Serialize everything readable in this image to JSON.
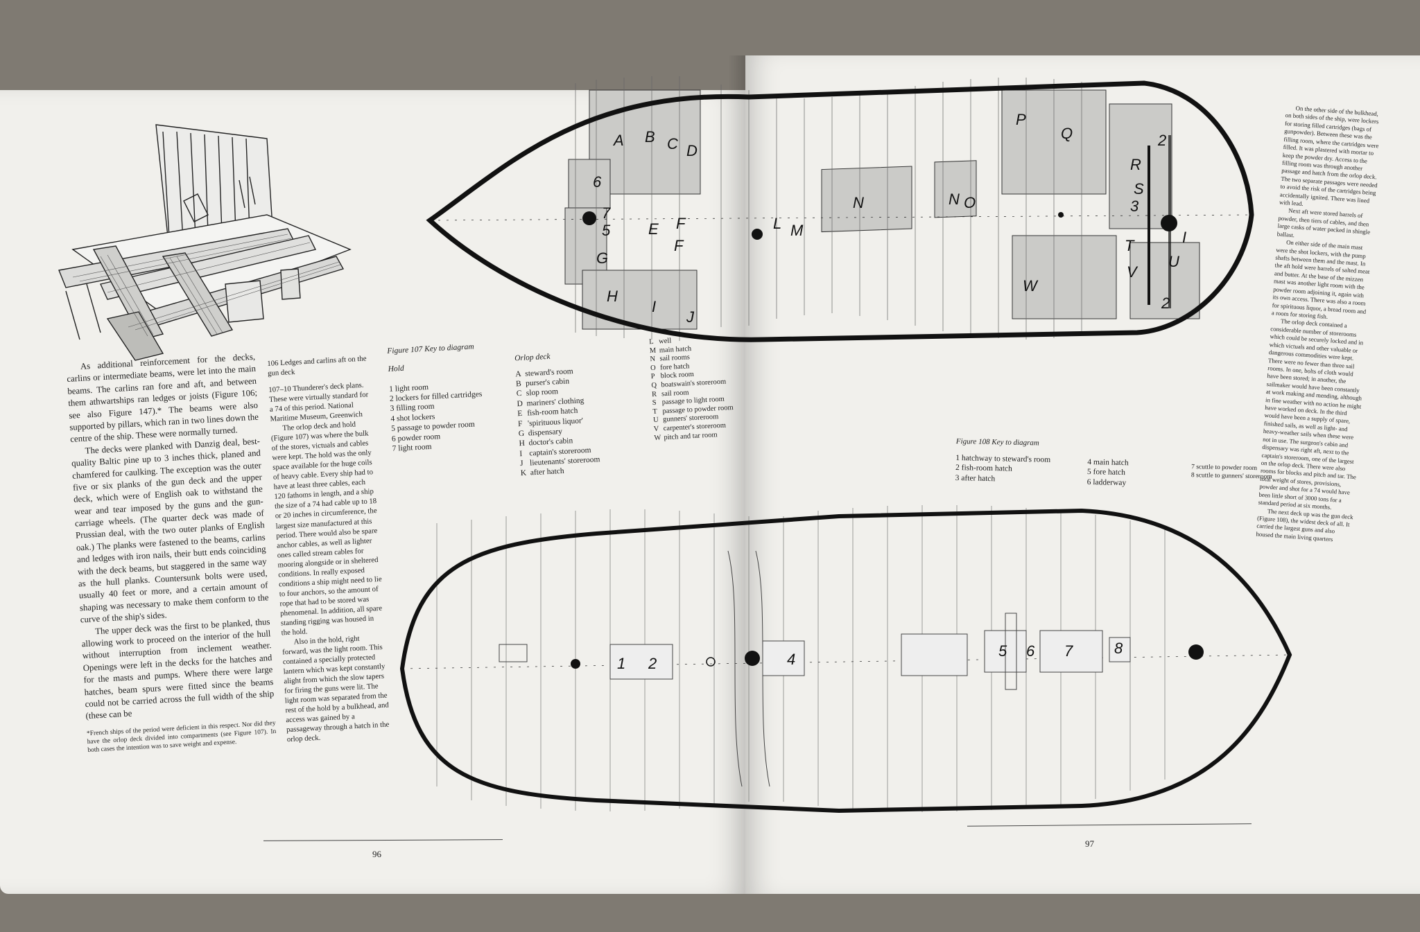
{
  "left_page": {
    "page_number": "96",
    "body_col1": [
      "As additional reinforcement for the decks, carlins or intermediate beams, were let into the main beams. The carlins ran fore and aft, and between them athwartships ran ledges or joists (Figure 106; see also Figure 147).* The beams were also supported by pillars, which ran in two lines down the centre of the ship. These were normally turned.",
      "The decks were planked with Danzig deal, best-quality Baltic pine up to 3 inches thick, planed and chamfered for caulking. The exception was the outer five or six planks of the gun deck and the upper deck, which were of English oak to withstand the wear and tear imposed by the guns and the gun-carriage wheels. (The quarter deck was made of Prussian deal, with the two outer planks of English oak.) The planks were fastened to the beams, carlins and ledges with iron nails, their butt ends coinciding with the deck beams, but staggered in the same way as the hull planks. Countersunk bolts were used, usually 40 feet or more, and a certain amount of shaping was necessary to make them conform to the curve of the ship's sides.",
      "The upper deck was the first to be planked, thus allowing work to proceed on the interior of the hull without interruption from inclement weather. Openings were left in the decks for the hatches and for the masts and pumps. Where there were large hatches, beam spurs were fitted since the beams could not be carried across the full width of the ship (these can be"
    ],
    "footnote": "*French ships of the period were deficient in this respect. Nor did they have the orlop deck divided into compartments (see Figure 107). In both cases the intention was to save weight and expense.",
    "caption_106": "106 Ledges and carlins aft on the gun deck",
    "caption_107_10": "107–10 Thunderer's deck plans. These were virtually standard for a 74 of this period. National Maritime Museum, Greenwich",
    "body_col2": "The orlop deck and hold (Figure 107) was where the bulk of the stores, victuals and cables were kept. The hold was the only space available for the huge coils of heavy cable. Every ship had to have at least three cables, each 120 fathoms in length, and a ship the size of a 74 had cable up to 18 or 20 inches in circumference, the largest size manufactured at this period. There would also be spare anchor cables, as well as lighter ones called stream cables for mooring alongside or in sheltered conditions. In really exposed conditions a ship might need to lie to four anchors, so the amount of rope that had to be stored was phenomenal. In addition, all spare standing rigging was housed in the hold.",
    "body_col2b": "Also in the hold, right forward, was the light room. This contained a specially protected lantern which was kept constantly alight from which the slow tapers for firing the guns were lit. The light room was separated from the rest of the hold by a bulkhead, and access was gained by a passageway through a hatch in the orlop deck."
  },
  "figure_107": {
    "title": "Figure 107 Key to diagram",
    "hold_head": "Hold",
    "hold": [
      "1 light room",
      "2 lockers for filled cartridges",
      "3 filling room",
      "4 shot lockers",
      "5 passage to powder room",
      "6 powder room",
      "7 light room"
    ],
    "orlop_head": "Orlop deck",
    "orlop": [
      {
        "k": "A",
        "v": "steward's room"
      },
      {
        "k": "B",
        "v": "purser's cabin"
      },
      {
        "k": "C",
        "v": "slop room"
      },
      {
        "k": "D",
        "v": "mariners' clothing"
      },
      {
        "k": "E",
        "v": "fish-room hatch"
      },
      {
        "k": "F",
        "v": "'spirituous liquor'"
      },
      {
        "k": "G",
        "v": "dispensary"
      },
      {
        "k": "H",
        "v": "doctor's cabin"
      },
      {
        "k": "I",
        "v": "captain's storeroom"
      },
      {
        "k": "J",
        "v": "lieutenants' storeroom"
      },
      {
        "k": "K",
        "v": "after hatch"
      }
    ],
    "orlop2": [
      {
        "k": "L",
        "v": "well"
      },
      {
        "k": "M",
        "v": "main hatch"
      },
      {
        "k": "N",
        "v": "sail rooms"
      },
      {
        "k": "O",
        "v": "fore hatch"
      },
      {
        "k": "P",
        "v": "block room"
      },
      {
        "k": "Q",
        "v": "boatswain's storeroom"
      },
      {
        "k": "R",
        "v": "sail room"
      },
      {
        "k": "S",
        "v": "passage to light room"
      },
      {
        "k": "T",
        "v": "passage to powder room"
      },
      {
        "k": "U",
        "v": "gunners' storeroom"
      },
      {
        "k": "V",
        "v": "carpenter's storeroom"
      },
      {
        "k": "W",
        "v": "pitch and tar room"
      }
    ]
  },
  "figure_108": {
    "title": "Figure 108 Key to diagram",
    "col1": [
      "1 hatchway to steward's room",
      "2 fish-room hatch",
      "3 after hatch"
    ],
    "col2": [
      "4 main hatch",
      "5 fore hatch",
      "6 ladderway"
    ],
    "col3": [
      "7 scuttle to powder room",
      "8 scuttle to gunners' storeroom"
    ]
  },
  "right_page": {
    "page_number": "97",
    "side_col": "On the other side of the bulkhead, on both sides of the ship, were lockers for storing filled cartridges (bags of gunpowder). Between these was the filling room, where the cartridges were filled. It was plastered with mortar to keep the powder dry. Access to the filling room was through another passage and hatch from the orlop deck. The two separate passages were needed to avoid the risk of the cartridges being accidentally ignited. There was lined with lead.",
    "side_col2": "Next aft were stored barrels of powder, then tiers of cables, and then large casks of water packed in shingle ballast.",
    "side_col3": "On either side of the main mast were the shot lockers, with the pump shafts between them and the mast. In the aft hold were barrels of salted meat and butter. At the base of the mizzen mast was another light room with the powder room adjoining it, again with its own access. There was also a room for spirituous liquor, a bread room and a room for storing fish.",
    "side_col4": "The orlop deck contained a considerable number of storerooms which could be securely locked and in which victuals and other valuable or dangerous commodities were kept. There were no fewer than three sail rooms. In one, bolts of cloth would have been stored; in another, the sailmaker would have been constantly at work making and mending, although in fine weather with no action he might have worked on deck. In the third would have been a supply of spare, finished sails, as well as light- and heavy-weather sails when these were not in use. The surgeon's cabin and dispensary was right aft, next to the captain's storeroom, one of the largest on the orlop deck. There were also rooms for blocks and pitch and tar. The total weight of stores, provisions, powder and shot for a 74 would have been little short of 3000 tons for a standard period at six months.",
    "side_col5": "The next deck up was the gun deck (Figure 108), the widest deck of all. It carried the largest guns and also housed the main living quarters"
  },
  "diagram_labels": {
    "fig107": [
      "A",
      "B",
      "C",
      "D",
      "6",
      "7",
      "5",
      "G",
      "E",
      "F",
      "F",
      "H",
      "I",
      "J",
      "L",
      "M",
      "N",
      "N",
      "O",
      "P",
      "Q",
      "2",
      "R",
      "S",
      "3",
      "T",
      "I",
      "U",
      "V",
      "2",
      "W"
    ],
    "fig108": [
      "1",
      "2",
      "4",
      "5",
      "6",
      "7",
      "8"
    ]
  },
  "colors": {
    "paper": "#f1f0ec",
    "ink": "#1e1e1e",
    "shading": "#c9c9c6",
    "background": "#7f7a72"
  }
}
